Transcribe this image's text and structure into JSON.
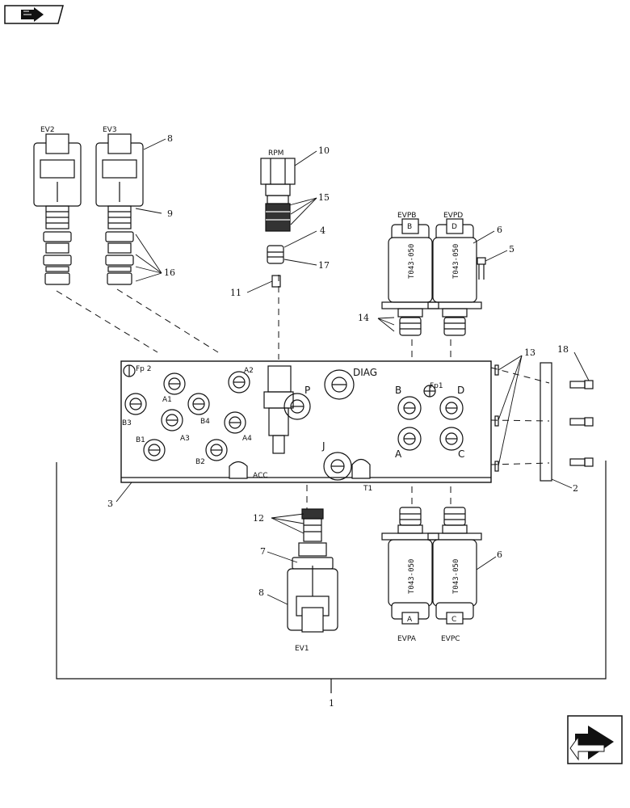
{
  "labels": {
    "ev1": "EV1",
    "ev2": "EV2",
    "ev3": "EV3",
    "rpm": "RPM",
    "evpa": "EVPA",
    "evpb": "EVPB",
    "evpc": "EVPC",
    "evpd": "EVPD",
    "coil_text": "T043-050",
    "cap_b": "B",
    "cap_d": "D",
    "cap_a": "A",
    "cap_c": "C",
    "ports": {
      "fp2": "Fp 2",
      "a1": "A1",
      "a2": "A2",
      "a3": "A3",
      "a4": "A4",
      "b1": "B1",
      "b2": "B2",
      "b3": "B3",
      "b4": "B4",
      "p": "P",
      "diag": "DIAG",
      "fp1": "Fp1",
      "b": "B",
      "d": "D",
      "a": "A",
      "c": "C",
      "j": "J",
      "t1": "T1",
      "acc": "ACC"
    }
  },
  "callouts": {
    "c1": "1",
    "c2": "2",
    "c3": "3",
    "c4": "4",
    "c5": "5",
    "c6a": "6",
    "c6b": "6",
    "c7": "7",
    "c8a": "8",
    "c8b": "8",
    "c9": "9",
    "c10": "10",
    "c11": "11",
    "c12": "12",
    "c13": "13",
    "c14": "14",
    "c15": "15",
    "c16": "16",
    "c17": "17",
    "c18": "18"
  },
  "icons": {
    "top_left": "book-arrow-icon",
    "bottom_right": "next-page-arrow-icon"
  },
  "colors": {
    "ink": "#111111",
    "paper": "#ffffff"
  }
}
